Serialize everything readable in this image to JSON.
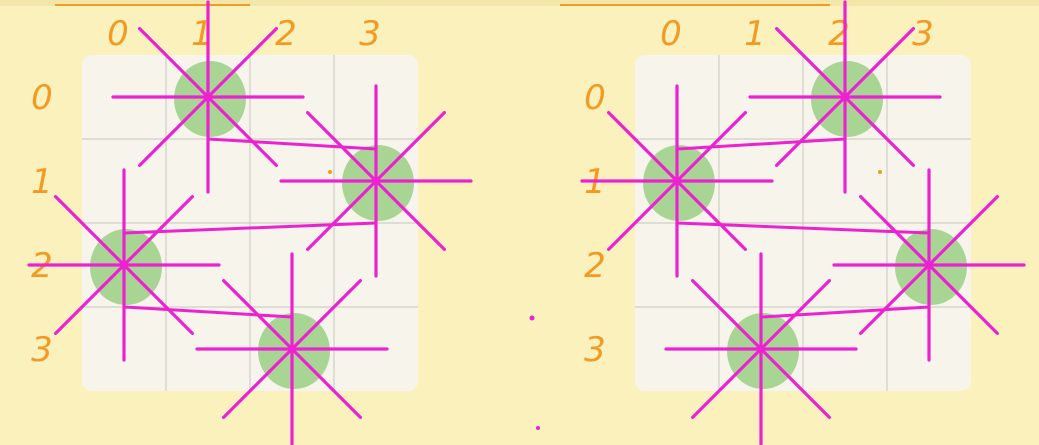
{
  "colors": {
    "background": "#fbf1bd",
    "board": "#f7f4ec",
    "grid_line": "#cfcfc6",
    "queen_blob": "#9fd18b",
    "attack_line": "#ec22d2",
    "label": "#f39a22"
  },
  "boards": [
    {
      "name": "left-board",
      "size": 4,
      "col_labels": [
        "0",
        "1",
        "2",
        "3"
      ],
      "row_labels": [
        "0",
        "1",
        "2",
        "3"
      ],
      "queens": [
        {
          "row": 0,
          "col": 1
        },
        {
          "row": 1,
          "col": 3
        },
        {
          "row": 2,
          "col": 0
        },
        {
          "row": 3,
          "col": 2
        }
      ]
    },
    {
      "name": "right-board",
      "size": 4,
      "col_labels": [
        "0",
        "1",
        "2",
        "3"
      ],
      "row_labels": [
        "0",
        "1",
        "2",
        "3"
      ],
      "queens": [
        {
          "row": 0,
          "col": 2
        },
        {
          "row": 1,
          "col": 0
        },
        {
          "row": 2,
          "col": 3
        },
        {
          "row": 3,
          "col": 1
        }
      ]
    }
  ]
}
